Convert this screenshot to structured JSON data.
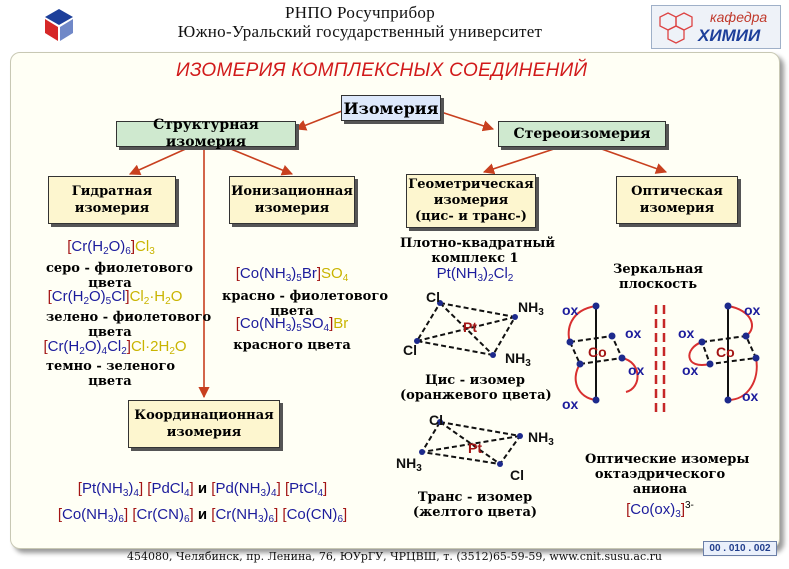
{
  "header": {
    "line1": "РНПО  Росучприбор",
    "line2": "Южно-Уральский государственный университет",
    "dept_top": "кафедра",
    "dept_bottom": "ХИМИИ"
  },
  "title": "ИЗОМЕРИЯ КОМПЛЕКСНЫХ СОЕДИНЕНИЙ",
  "nodes": {
    "root": "Изомерия",
    "structural": "Структурная изомерия",
    "stereo": "Стереоизомерия",
    "hydrate": [
      "Гидратная",
      "изомерия"
    ],
    "ionization": [
      "Ионизационная",
      "изомерия"
    ],
    "coordination": [
      "Координационная",
      "изомерия"
    ],
    "geometric": [
      "Геометрическая",
      "изомерия",
      "(цис- и транс-)"
    ],
    "optical": [
      "Оптическая",
      "изомерия"
    ]
  },
  "hydrate_items": [
    {
      "formula": [
        "[",
        "Cr(H",
        "2",
        "O)",
        "6",
        "]",
        "Cl",
        "3",
        "",
        ""
      ],
      "desc": [
        "серо - фиолетового",
        "цвета"
      ]
    },
    {
      "formula": [
        "[",
        "Cr(H",
        "2",
        "O)",
        "5",
        "Cl",
        "]",
        "Cl",
        "2",
        "·H",
        "2",
        "O"
      ],
      "desc": [
        "зелено - фиолетового",
        "цвета"
      ]
    },
    {
      "formula": [
        "[",
        "Cr(H",
        "2",
        "O)",
        "4",
        "Cl",
        "2",
        "]",
        "Cl·2H",
        "2",
        "O"
      ],
      "desc": [
        "темно - зеленого",
        "цвета"
      ]
    }
  ],
  "ionization_items": [
    {
      "formula": [
        "[",
        "Co(NH",
        "3",
        ")",
        "5",
        "Br",
        "]",
        "SO",
        "4"
      ],
      "desc": [
        "красно - фиолетового",
        "цвета"
      ]
    },
    {
      "formula": [
        "[",
        "Co(NH",
        "3",
        ")",
        "5",
        "SO",
        "4",
        "]",
        "Br"
      ],
      "desc": [
        "красного цвета"
      ]
    }
  ],
  "coordination_items": {
    "row1": [
      "[",
      "Pt(NH",
      "3",
      ")",
      "4",
      "]",
      "[",
      "PdCl",
      "4",
      "]",
      "и",
      "[",
      "Pd(NH",
      "3",
      ")",
      "4",
      "]",
      "[",
      "PtCl",
      "4",
      "]"
    ],
    "row2": [
      "[",
      "Co(NH",
      "3",
      ")",
      "6",
      "]",
      "[",
      "Cr(CN)",
      "6",
      "]",
      "и",
      "[",
      "Cr(NH",
      "3",
      ")",
      "6",
      "]",
      "[",
      "Co(CN)",
      "6",
      "]"
    ]
  },
  "geometric": {
    "heading": [
      "Плотно-квадратный",
      "комплекс 1"
    ],
    "formula": [
      "Pt(NH",
      "3",
      ")",
      "2",
      "Cl",
      "2"
    ],
    "cis": {
      "atoms": {
        "cl1": "Cl",
        "cl2": "Cl",
        "nh1": "NH",
        "nh1_sub": "3",
        "nh2": "NH",
        "nh2_sub": "3",
        "center": "Pt"
      },
      "caption": [
        "Цис - изомер",
        "(оранжевого цвета)"
      ]
    },
    "trans": {
      "atoms": {
        "cl1": "Cl",
        "cl2": "Cl",
        "nh1": "NH",
        "nh1_sub": "3",
        "nh2": "NH",
        "nh2_sub": "3",
        "center": "Pt"
      },
      "caption": [
        "Транс - изомер",
        "(желтого цвета)"
      ]
    }
  },
  "optical": {
    "mirror_label": [
      "Зеркальная",
      "плоскость"
    ],
    "ligand": "ox",
    "center": "Co",
    "caption": [
      "Оптические изомеры",
      "октаэдрического",
      "аниона"
    ],
    "formula": [
      "[",
      "Co(ox)",
      "3",
      "]",
      "3-"
    ]
  },
  "footer": "454080, Челябинск, пр. Ленина, 76, ЮУрГУ, ЧРЦВШ, т. (3512)65-59-59, www.cnit.susu.ac.ru",
  "code": "00 . 010 . 002",
  "colors": {
    "title": "#d11a1a",
    "arrow": "#c8401f",
    "complex": "#1c1c9c",
    "ion": "#a31515",
    "outer": "#c9b400"
  }
}
